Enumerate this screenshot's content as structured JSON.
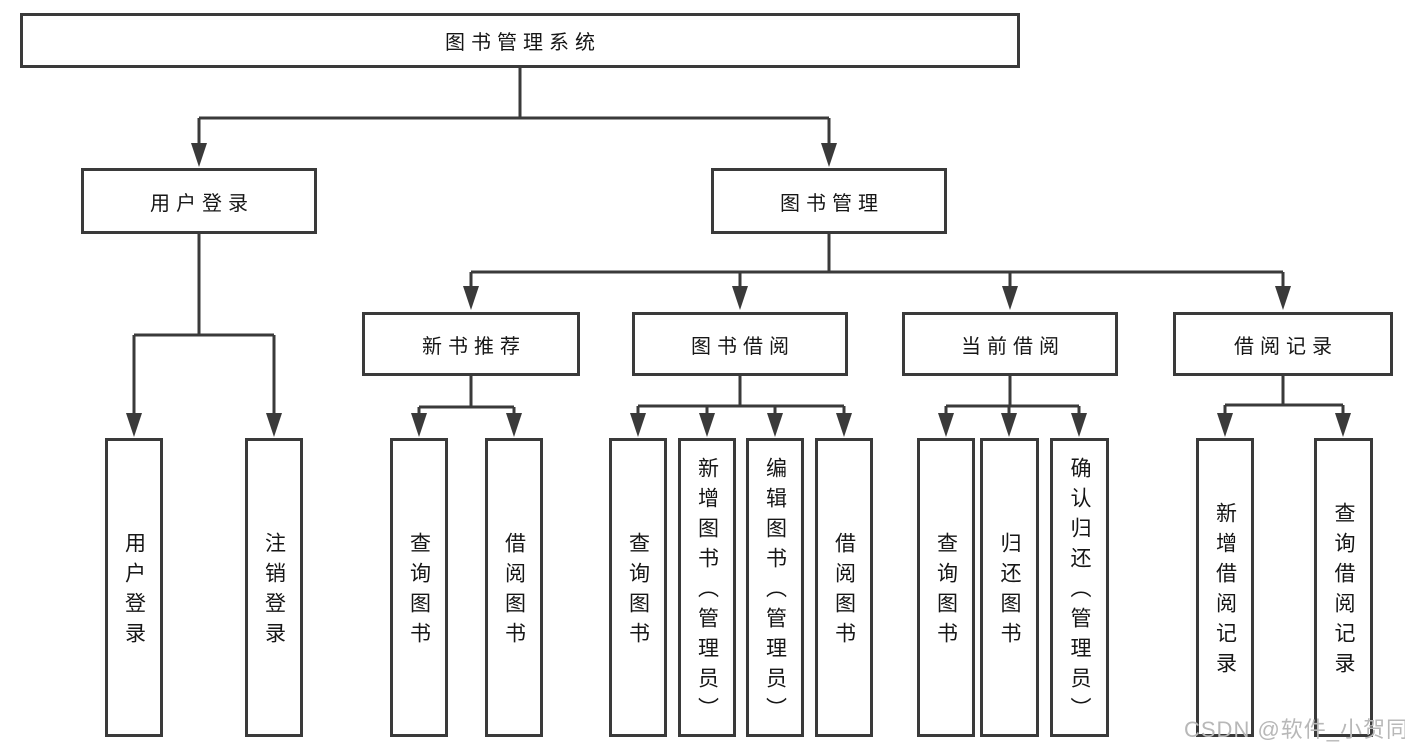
{
  "colors": {
    "line": "#3a3a3a",
    "text": "#161616",
    "background": "#ffffff",
    "watermark_gray": "#b8b8b8"
  },
  "watermark": "CSDN @软件_小贺同学",
  "tree": {
    "root": {
      "label": "图书管理系统"
    },
    "branches": [
      {
        "label": "用户登录",
        "children": [
          "用户登录",
          "注销登录"
        ]
      },
      {
        "label": "图书管理",
        "sections": [
          {
            "label": "新书推荐",
            "children": [
              "查询图书",
              "借阅图书"
            ]
          },
          {
            "label": "图书借阅",
            "children": [
              "查询图书",
              "新增图书（管理员）",
              "编辑图书（管理员）",
              "借阅图书"
            ]
          },
          {
            "label": "当前借阅",
            "children": [
              "查询图书",
              "归还图书",
              "确认归还（管理员）"
            ]
          },
          {
            "label": "借阅记录",
            "children": [
              "新增借阅记录",
              "查询借阅记录"
            ]
          }
        ]
      }
    ]
  }
}
